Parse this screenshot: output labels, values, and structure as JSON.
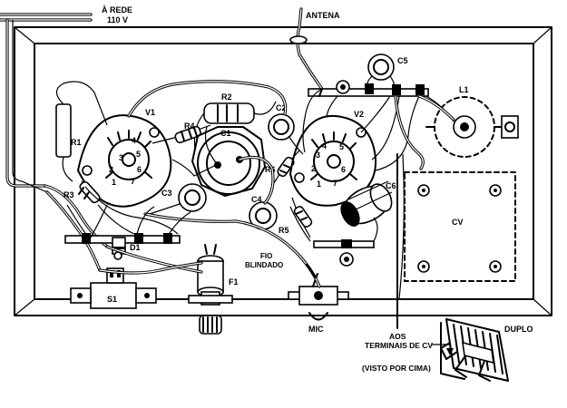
{
  "labels": {
    "mains": "À REDE",
    "mains_voltage": "110 V",
    "antenna": "ANTENA",
    "r1": "R1",
    "r2": "R2",
    "r3": "R3",
    "r4": "R4",
    "r5": "R5",
    "r6": "R6",
    "v1": "V1",
    "v2": "V2",
    "c1": "C1",
    "c2": "C2",
    "c3": "C3",
    "c4": "C4",
    "c5": "C5",
    "c6": "C6",
    "l1": "L1",
    "cv": "CV",
    "d1": "D1",
    "s1": "S1",
    "f1": "F1",
    "shielded_wire_1": "FIO",
    "shielded_wire_2": "BLINDADO",
    "mic": "MIC",
    "cv_terminals_1": "AOS",
    "cv_terminals_2": "TERMINAIS DE CV",
    "top_view": "(VISTO POR CIMA)",
    "dual": "DUPLO"
  },
  "pins": [
    "1",
    "2",
    "3",
    "4",
    "5",
    "6",
    "7"
  ]
}
